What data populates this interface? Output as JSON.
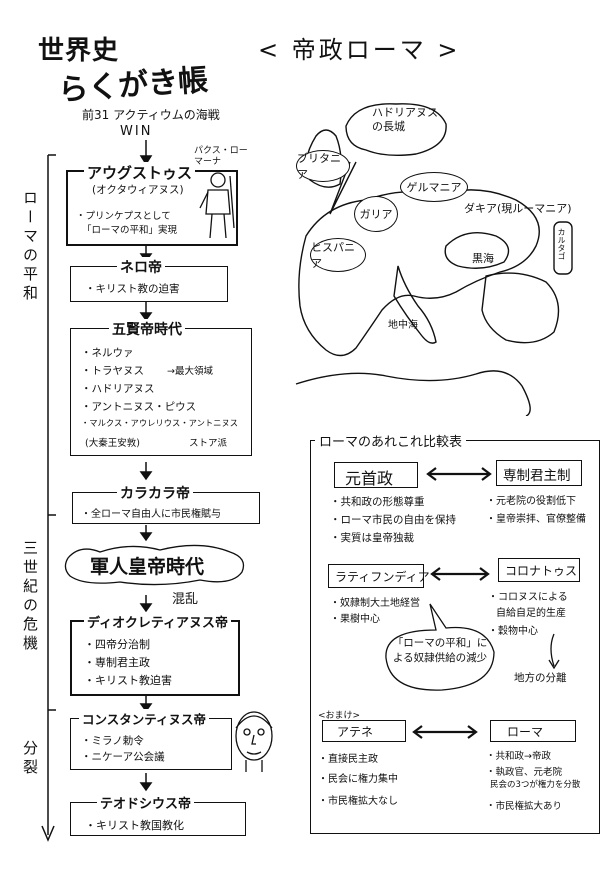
{
  "header": {
    "title_line1": "世界史",
    "title_line2": "らくがき帳",
    "subtitle": "< 帝政ローマ >"
  },
  "intro": {
    "line1": "前31 アクティウムの海戦",
    "line2": "WIN"
  },
  "side_labels": {
    "pax": "ローマの平和",
    "crisis": "三世紀の危機",
    "split": "分裂"
  },
  "augustus": {
    "title": "アウグストゥス",
    "sub": "(オクタウィアヌス)",
    "items": [
      "・プリンケプスとして",
      "「ローマの平和」実現"
    ],
    "pax_caption": "パクス・ローマーナ"
  },
  "nero": {
    "title": "ネロ帝",
    "items": [
      "・キリスト教の迫害"
    ]
  },
  "five_good": {
    "title": "五賢帝時代",
    "items": [
      "・ネルウァ",
      "・トラヤヌス",
      "・ハドリアヌス",
      "・アントニヌス・ピウス",
      "・マルクス・アウレリウス・アントニヌス"
    ],
    "trajan_note": "→最大領域",
    "marcus_note1": "(大秦王安敦)",
    "marcus_note2": "ストア派"
  },
  "caracalla": {
    "title": "カラカラ帝",
    "items": [
      "・全ローマ自由人に市民権賦与"
    ]
  },
  "military": {
    "title": "軍人皇帝時代",
    "note": "混乱"
  },
  "diocletian": {
    "title": "ディオクレティアヌス帝",
    "items": [
      "・四帝分治制",
      "・専制君主政",
      "・キリスト教迫害"
    ]
  },
  "constantine": {
    "title": "コンスタンティヌス帝",
    "items": [
      "・ミラノ勅令",
      "・ニケーア公会議"
    ]
  },
  "theodosius": {
    "title": "テオドシウス帝",
    "items": [
      "・キリスト教国教化"
    ]
  },
  "map": {
    "hadrian_wall": "ハドリアヌスの長城",
    "britannia": "ブリタニア",
    "germania": "ゲルマニア",
    "gallia": "ガリア",
    "hispania": "ヒスパニア",
    "dacia": "ダキア(現ルーマニア)",
    "black_sea": "黒海",
    "mediterranean": "地中海",
    "carthage": "カルタゴ"
  },
  "comparison": {
    "title": "ローマのあれこれ比較表",
    "principate": {
      "title": "元首政",
      "items": [
        "・共和政の形態尊重",
        "・ローマ市民の自由を保持",
        "・実質は皇帝独裁"
      ]
    },
    "dominate": {
      "title": "専制君主制",
      "items": [
        "・元老院の役割低下",
        "・皇帝崇拝、官僚整備"
      ]
    },
    "latifundia": {
      "title": "ラティフンディア",
      "items": [
        "・奴隷制大土地経営",
        "・果樹中心"
      ]
    },
    "colonatus": {
      "title": "コロナトゥス",
      "items": [
        "・コロヌスによる",
        "自給自足的生産",
        "・穀物中心"
      ]
    },
    "bubble": "「ローマの平和」による奴隷供給の減少",
    "decentral": "地方の分離",
    "bonus": "<おまけ>",
    "athens": {
      "title": "アテネ",
      "items": [
        "・直接民主政",
        "・民会に権力集中",
        "・市民権拡大なし"
      ]
    },
    "rome": {
      "title": "ローマ",
      "items": [
        "・共和政→帝政",
        "・執政官、元老院",
        "民会の3つが権力を分散",
        "・市民権拡大あり"
      ]
    }
  }
}
